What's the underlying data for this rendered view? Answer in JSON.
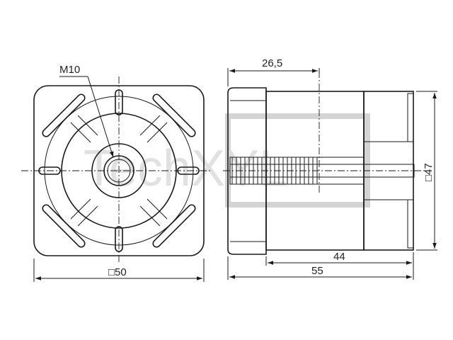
{
  "watermark": "TechXYL",
  "labels": {
    "thread": "M10",
    "width_front": "□50",
    "offset": "26,5",
    "length_body": "44",
    "length_total": "55",
    "height": "□47"
  },
  "colors": {
    "line": "#1a1a1a",
    "watermark": "#d4d4d4",
    "background": "#ffffff"
  }
}
